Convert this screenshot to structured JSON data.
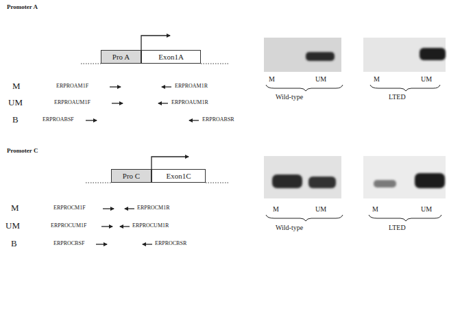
{
  "diagram": {
    "nodes": [
      {
        "text": [
          "Pro A"
        ]
      },
      {
        "text": [
          "Exon1A"
        ]
      },
      {
        "text": [
          "Pro C"
        ]
      },
      {
        "text": [
          "Exon1C"
        ]
      }
    ],
    "labels": [
      "Promoter A",
      "M",
      "ERPROAM1F",
      "ERPROAM1R",
      "UM",
      "ERPROAUM1F",
      "ERPROAUM1R",
      "B",
      "ERPROABSF",
      "ERPROABSR",
      "M",
      "UM",
      "Wild-type",
      "M",
      "UM",
      "LTED",
      "Promoter C",
      "M",
      "ERPROCM1F",
      "ERPROCM1R",
      "UM",
      "ERPROCUM1F",
      "ERPROCUM1R",
      "B",
      "ERPROCBSF",
      "ERPROCBSR",
      "M",
      "UM",
      "Wild-type",
      "M",
      "UM",
      "LTED"
    ]
  }
}
